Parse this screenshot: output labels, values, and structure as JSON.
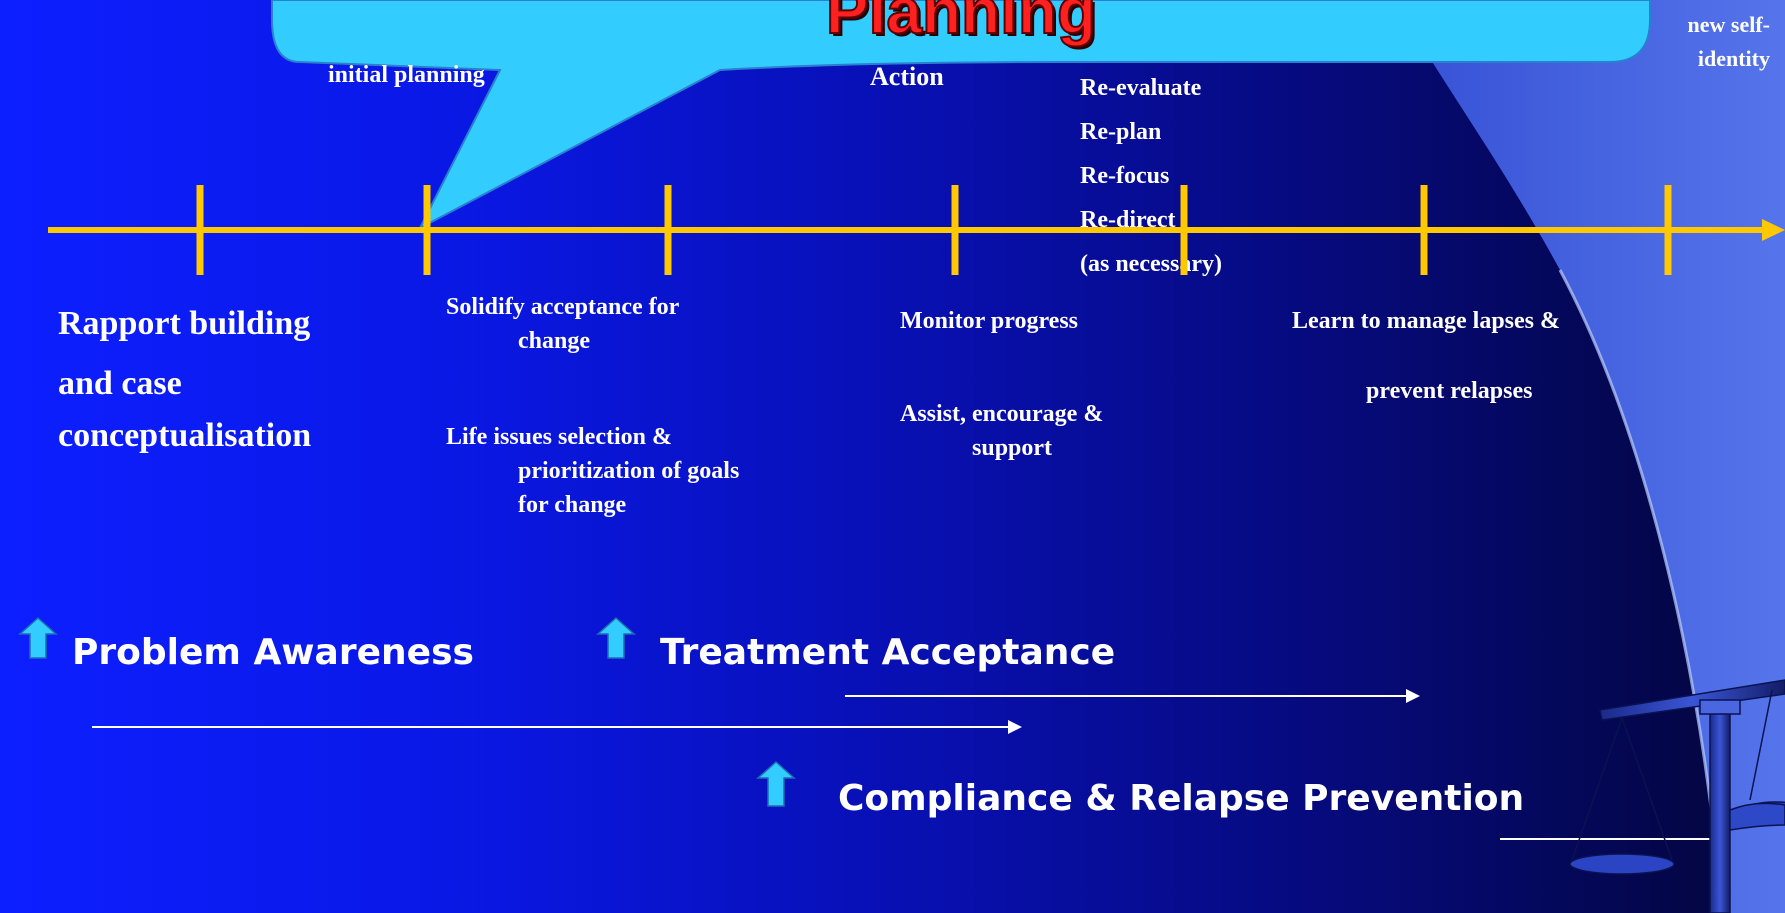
{
  "bubble": {
    "title": "Planning"
  },
  "colors": {
    "timeline": "#ffc800",
    "bubble_fill": "#33ccff",
    "bubble_stroke": "#2277cc",
    "phase_arrow_fill": "#33ccff",
    "light_beam": "#4a6cf0",
    "background_left": "#0c1fff",
    "background_right": "#03053a",
    "title_red": "#ff2020"
  },
  "top_labels": {
    "initial_planning_partial": "initial planning",
    "action_partial": "Action",
    "new_self_identity_line1": "new self-",
    "new_self_identity_line2": "identity"
  },
  "re_list": [
    "Re-evaluate",
    "Re-plan",
    "Re-focus",
    "Re-direct",
    "(as necessary)"
  ],
  "labels": {
    "rapport": [
      "Rapport building",
      "and case",
      "conceptualisation"
    ],
    "solidify": [
      "Solidify acceptance for",
      "change"
    ],
    "life_issues": [
      "Life issues selection &",
      "prioritization of goals",
      "for change"
    ],
    "monitor": "Monitor progress",
    "assist": [
      "Assist, encourage &",
      "support"
    ],
    "learn": "Learn to manage lapses &",
    "prevent": "prevent relapses"
  },
  "phases": {
    "problem_awareness": "Problem Awareness",
    "treatment_acceptance": "Treatment Acceptance",
    "compliance": "Compliance & Relapse Prevention"
  },
  "icons": [
    "up-arrow-icon",
    "scales-icon",
    "timeline-arrowhead-icon"
  ]
}
